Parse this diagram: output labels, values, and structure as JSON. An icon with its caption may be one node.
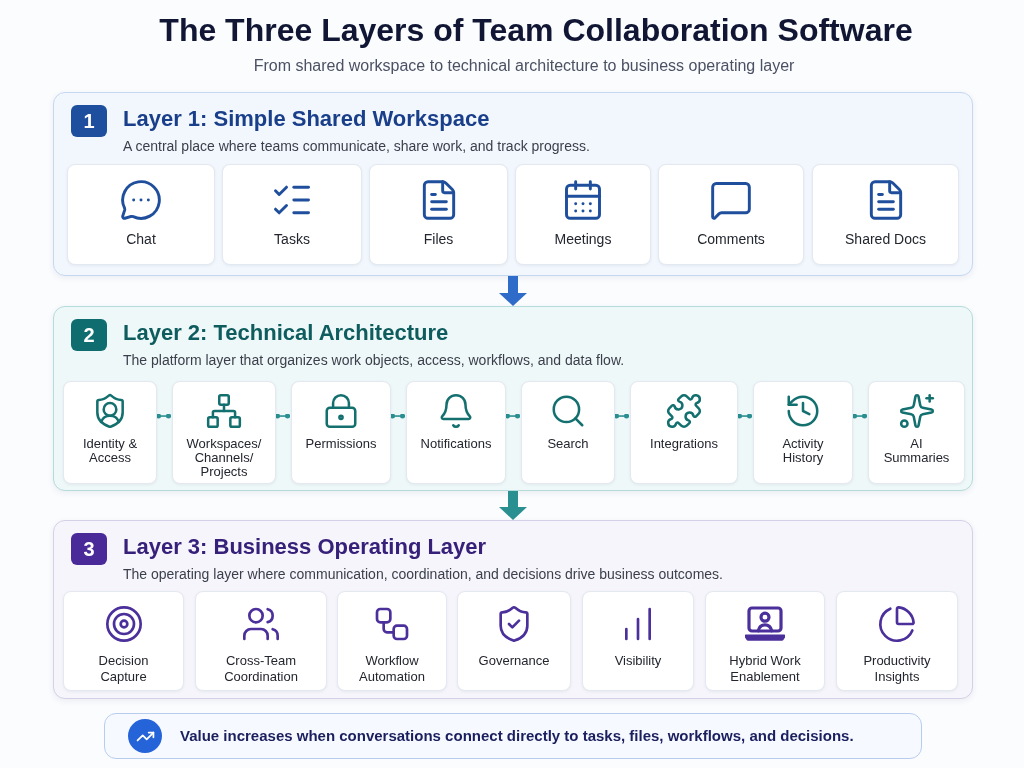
{
  "diagram": {
    "title": "The Three Layers of Team Collaboration Software",
    "nodes": [
      {
        "text": [
          "Layer 1: Simple Shared Workspace",
          "A central place where teams communicate, share work, and track progress."
        ]
      },
      {
        "text": [
          "1"
        ],
        "in": 0
      },
      {
        "text": [
          "Chat"
        ],
        "in": 0
      },
      {
        "text": [
          "Tasks"
        ],
        "in": 0
      },
      {
        "text": [
          "Files"
        ],
        "in": 0
      },
      {
        "text": [
          "Meetings"
        ],
        "in": 0
      },
      {
        "text": [
          "Comments"
        ],
        "in": 0
      },
      {
        "text": [
          "Shared Docs"
        ],
        "in": 0
      },
      {
        "text": [
          "Layer 2: Technical Architecture",
          "The platform layer that organizes work objects, access, workflows, and data flow."
        ]
      },
      {
        "text": [
          "2"
        ],
        "in": 8
      },
      {
        "text": [
          "Identity & Access"
        ],
        "in": 8
      },
      {
        "text": [
          "Workspaces/ Channels/ Projects"
        ],
        "in": 8
      },
      {
        "text": [
          "Permissions"
        ],
        "in": 8
      },
      {
        "text": [
          "Notifications"
        ],
        "in": 8
      },
      {
        "text": [
          "Search"
        ],
        "in": 8
      },
      {
        "text": [
          "Integrations"
        ],
        "in": 8
      },
      {
        "text": [
          "Activity History"
        ],
        "in": 8
      },
      {
        "text": [
          "AI Summaries"
        ],
        "in": 8
      },
      {
        "text": [
          "Layer 3: Business Operating Layer",
          "The operating layer where communication, coordination, and decisions drive business outcomes."
        ]
      },
      {
        "text": [
          "3"
        ],
        "in": 18
      },
      {
        "text": [
          "Decision Capture"
        ],
        "in": 18
      },
      {
        "text": [
          "Cross-Team Coordination"
        ],
        "in": 18
      },
      {
        "text": [
          "Workflow Automation"
        ],
        "in": 18
      },
      {
        "text": [
          "Governance"
        ],
        "in": 18
      },
      {
        "text": [
          "Visibility"
        ],
        "in": 18
      },
      {
        "text": [
          "Hybrid Work Enablement"
        ],
        "in": 18
      },
      {
        "text": [
          "Productivity Insights"
        ],
        "in": 18
      },
      {
        "text": [
          "Value increases when conversations connect directly to tasks, files, workflows, and decisions."
        ]
      }
    ],
    "edges": [
      {
        "from": 0,
        "to": 8,
        "arrow": "to",
        "style": "thick",
        "color": "#2f6bc9"
      },
      {
        "from": 8,
        "to": 18,
        "arrow": "to",
        "style": "thick"
      },
      {
        "from": 10,
        "to": 11,
        "arrow": "other"
      },
      {
        "from": 11,
        "to": 12,
        "arrow": "other"
      },
      {
        "from": 12,
        "to": 13,
        "arrow": "other"
      },
      {
        "from": 13,
        "to": 14,
        "arrow": "other"
      },
      {
        "from": 14,
        "to": 15,
        "arrow": "other"
      },
      {
        "from": 15,
        "to": 16,
        "arrow": "other"
      },
      {
        "from": 16,
        "to": 17,
        "arrow": "other"
      }
    ],
    "labels": [
      "From shared workspace to technical architecture to business operating layer"
    ]
  }
}
